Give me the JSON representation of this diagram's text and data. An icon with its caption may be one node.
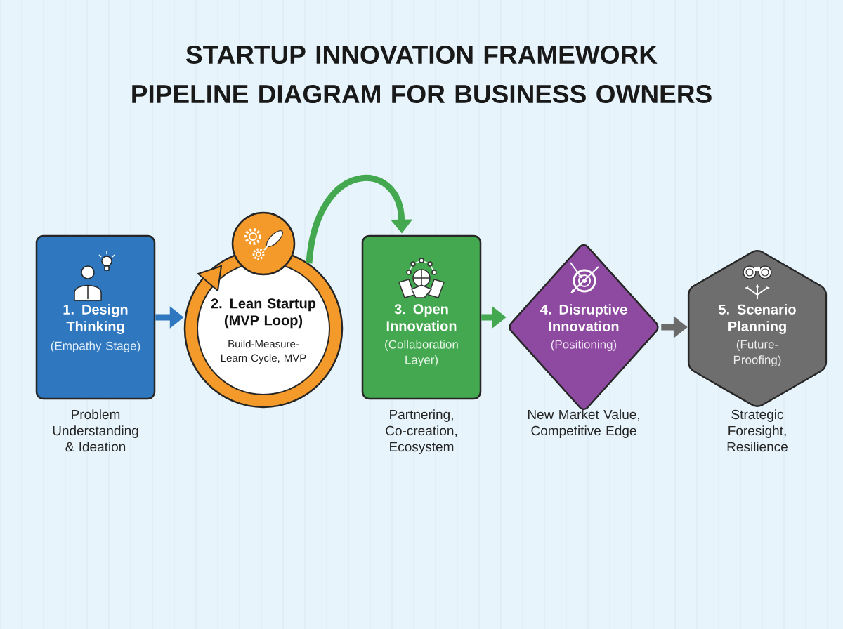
{
  "diagram": {
    "title": "STARTUP INNOVATION FRAMEWORK PIPELINE DIAGRAM FOR BUSINESS OWNERS",
    "nodes": [
      {
        "text": [
          "1. Design Thinking",
          "(Empathy Stage)"
        ],
        "beside": [
          "Problem Understanding & Ideation"
        ]
      },
      {
        "text": [
          "2. Lean Startup (MVP Loop)",
          "Build-Measure-Learn Cycle, MVP"
        ]
      },
      {
        "text": [
          "3. Open Innovation",
          "(Collaboration Layer)"
        ],
        "beside": [
          "Partnering, Co-creation, Ecosystem"
        ]
      },
      {
        "text": [
          "4. Disruptive Innovation",
          "(Positioning)"
        ],
        "beside": [
          "New Market Value, Competitive Edge"
        ]
      },
      {
        "text": [
          "5. Scenario Planning",
          "(Future-Proofing)"
        ],
        "beside": [
          "Strategic Foresight, Resilience"
        ]
      }
    ],
    "edges": [
      {
        "from": 0,
        "to": 1,
        "arrow": "to",
        "color": "#2f78c0"
      },
      {
        "from": 1,
        "to": 2,
        "arrow": "to"
      },
      {
        "from": 2,
        "to": 3,
        "arrow": "to"
      },
      {
        "from": 3,
        "to": 4,
        "arrow": "to",
        "color": "#6b6b6b"
      }
    ]
  }
}
